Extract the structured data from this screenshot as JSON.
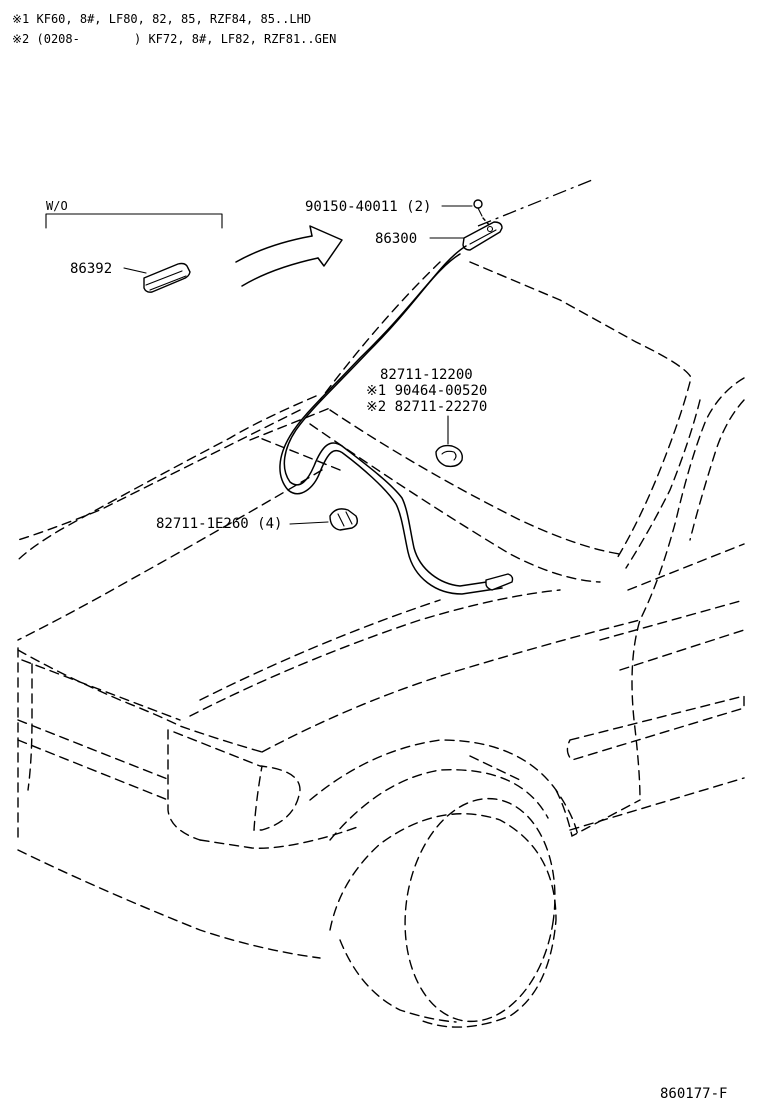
{
  "notes": {
    "note1": "※1 KF60, 8#, LF80, 82, 85, RZF84, 85..LHD",
    "note2_start": "※2 (0208-",
    "note2_end": ") KF72, 8#, LF82, RZF81..GEN"
  },
  "variant": {
    "label": "W/O"
  },
  "parts": {
    "screw": "90150-40011 (2)",
    "washer_nozzle": "86300",
    "cover": "86392",
    "clamp_1": "82711-12200",
    "clamp_2": "※1 90464-00520",
    "clamp_3": "※2 82711-22270",
    "clip": "82711-1E260 (4)"
  },
  "footer": {
    "diagram_code": "860177-F"
  }
}
